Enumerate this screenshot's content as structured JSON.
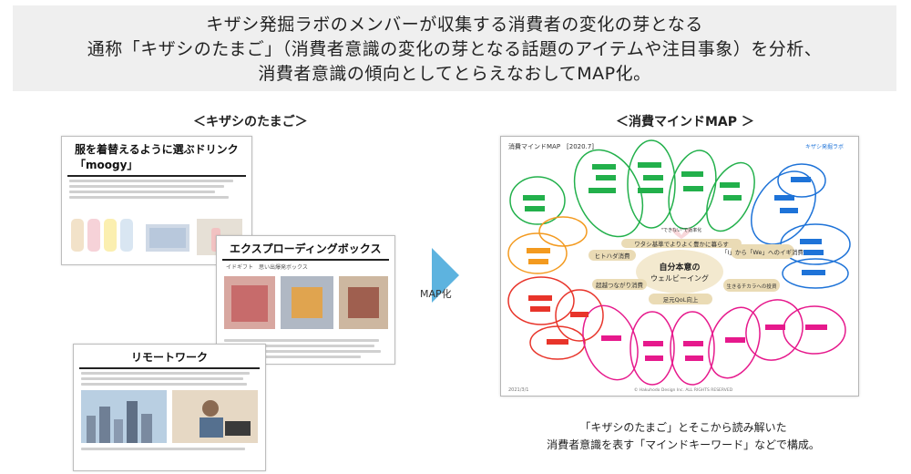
{
  "banner": {
    "line1": "キザシ発掘ラボのメンバーが収集する消費者の変化の芽となる",
    "line2": "通称「キザシのたまご」（消費者意識の変化の芽となる話題のアイテムや注目事象）を分析、",
    "line3": "消費者意識の傾向としてとらえなおしてMAP化。"
  },
  "left": {
    "title": "＜キザシのたまご＞",
    "card1": {
      "title": "服を着替えるように選ぶドリンク「moogy」"
    },
    "card2": {
      "title": "エクスプローディングボックス",
      "subtitle": "イドギフト　思い出爆発ボックス"
    },
    "card3": {
      "title": "リモートワーク"
    }
  },
  "arrow": {
    "label": "MAP化"
  },
  "right": {
    "title": "＜消費マインドMAP ＞",
    "map": {
      "header": "消費マインドMAP　[2020.7]",
      "logo": "キザシ発掘ラボ",
      "center_line1": "自分本意の",
      "center_line2": "ウェルビーイング",
      "node_top": "ワタシ基準でよりよく豊かに暮らす",
      "node_topleft": "ヒトハダ消費",
      "node_right": "「I」から「We」へのイギ消費",
      "node_left": "超越つながり消費",
      "node_bottom": "足元QoL向上",
      "node_rightlow": "生きるチカラへの投資",
      "node_heart": "\"できない\"で効率化",
      "footer": "© Hakuhodo Design Inc. ALL RIGHTS RESERVED",
      "date": "2021/3/1"
    }
  },
  "caption": {
    "line1": "「キザシのたまご」とそこから読み解いた",
    "line2": "消費者意識を表す「マインドキーワード」などで構成。"
  },
  "colors": {
    "arrow": "#5db3df",
    "banner_bg": "#efefef",
    "green": "#22b04b",
    "orange": "#f39a1f",
    "blue": "#1e73d8",
    "red": "#e8342a",
    "magenta": "#e6198c"
  }
}
